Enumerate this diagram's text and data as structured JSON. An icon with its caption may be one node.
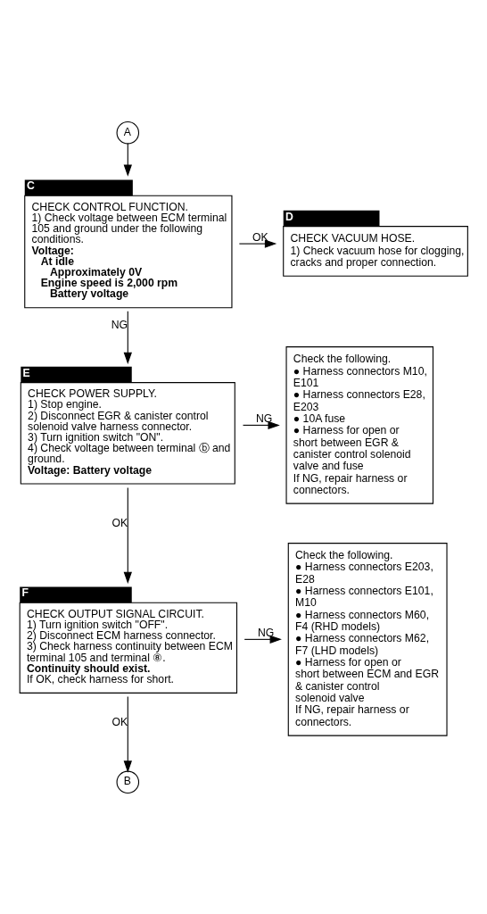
{
  "diagram": {
    "nodes": [
      {
        "text": [
          "A"
        ]
      },
      {
        "text": [
          "C",
          "CHECK CONTROL FUNCTION.",
          "1) Check voltage between ECM terminal 105 and ground under the following conditions.",
          "Voltage:",
          "At idle",
          "Approximately 0V",
          "Engine speed is 2,000 rpm",
          "Battery voltage"
        ]
      },
      {
        "text": [
          "D",
          "CHECK VACUUM HOSE.",
          "1) Check vacuum hose for clogging, cracks and proper connection."
        ]
      },
      {
        "text": [
          "E",
          "CHECK POWER SUPPLY.",
          "1) Stop engine.",
          "2) Disconnect EGR & canister control solenoid valve harness connector.",
          "3) Turn ignition switch \"ON\".",
          "4) Check voltage between terminal ⓑ and ground.",
          "Voltage: Battery voltage"
        ]
      },
      {
        "text": [
          "Check the following.",
          "● Harness connectors M10, E101",
          "● Harness connectors E28, E203",
          "● 10A fuse",
          "● Harness for open or short between EGR & canister control solenoid valve and fuse",
          "If NG, repair harness or connectors."
        ]
      },
      {
        "text": [
          "F",
          "CHECK OUTPUT SIGNAL CIRCUIT.",
          "1) Turn ignition switch \"OFF\".",
          "2) Disconnect ECM harness connector.",
          "3) Check harness continuity between ECM terminal 105 and terminal ⑧.",
          "Continuity should exist.",
          "If OK, check harness for short."
        ]
      },
      {
        "text": [
          "Check the following.",
          "● Harness connectors E203, E28",
          "● Harness connectors E101, M10",
          "● Harness connectors M60, F4 (RHD models)",
          "● Harness connectors M62, F7 (LHD models)",
          "● Harness for open or short between ECM and EGR & canister control solenoid valve",
          "If NG, repair harness or connectors."
        ]
      },
      {
        "text": [
          "B"
        ]
      }
    ],
    "edges": [
      {
        "from": 0,
        "to": 1,
        "arrow": "to"
      },
      {
        "from": 1,
        "to": 2,
        "arrow": "to",
        "label": "OK"
      },
      {
        "from": 1,
        "to": 3,
        "arrow": "to",
        "label": "NG"
      },
      {
        "from": 3,
        "to": 4,
        "arrow": "to",
        "label": "NG"
      },
      {
        "from": 3,
        "to": 5,
        "arrow": "to",
        "label": "OK"
      },
      {
        "from": 5,
        "to": 6,
        "arrow": "to",
        "label": "NG"
      },
      {
        "from": 5,
        "to": 7,
        "arrow": "to",
        "label": "OK"
      }
    ]
  }
}
